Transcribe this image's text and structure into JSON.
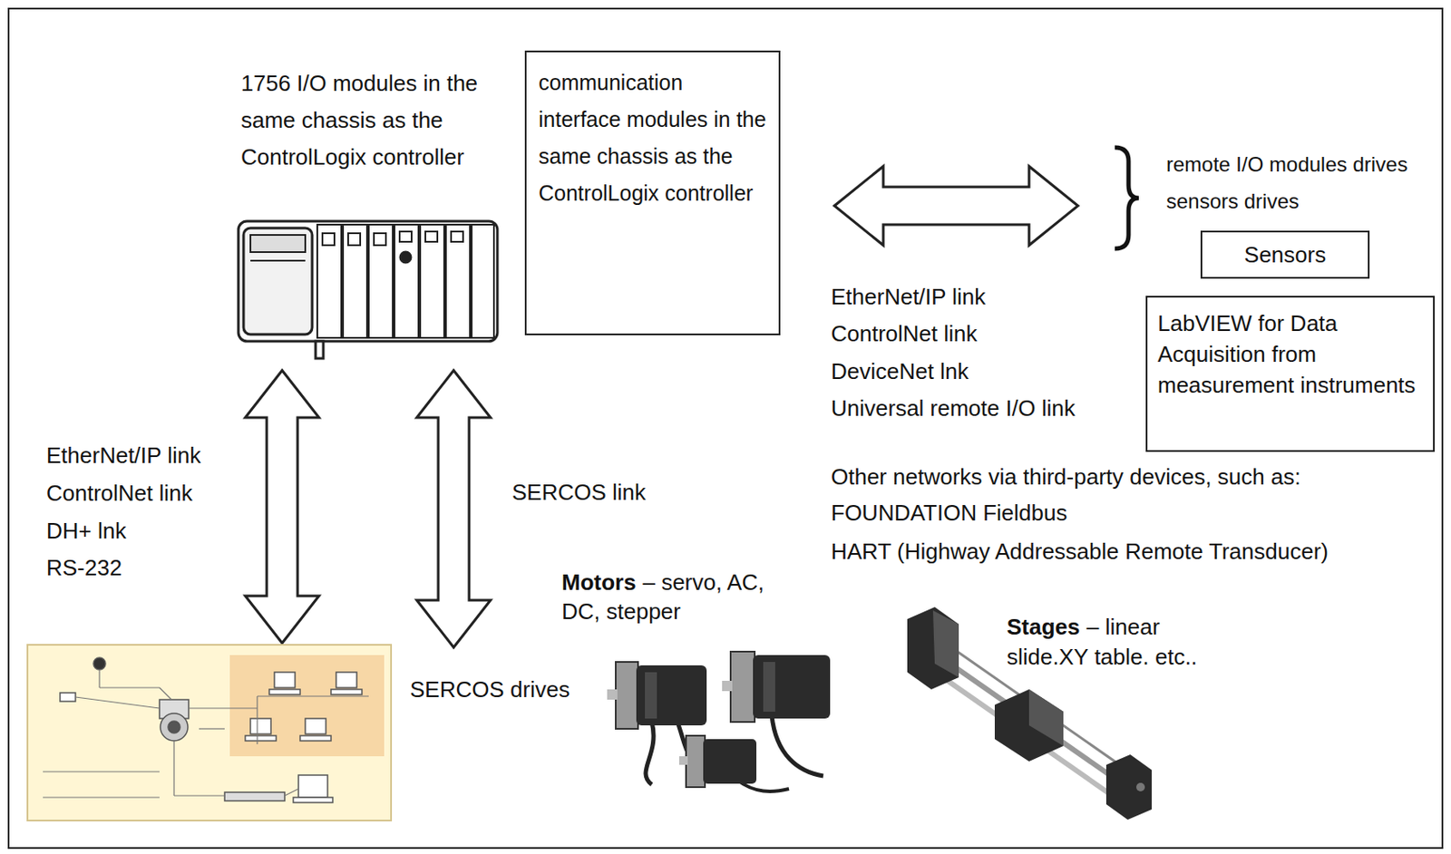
{
  "diagram": {
    "nodes": [
      {
        "text": [
          "communication interface modules in the same chassis as the ControlLogix controller"
        ]
      },
      {
        "text": [
          "Sensors"
        ]
      },
      {
        "text": [
          "LabVIEW for Data Acquisition from measurement instruments"
        ]
      }
    ],
    "labels": [
      "1756 I/O modules in the same chassis as the ControlLogix controller",
      "remote I/O modules drives sensors drives",
      "EtherNet/IP link",
      "ControlNet link",
      "DeviceNet lnk",
      "Universal remote I/O link",
      "Other networks via third-party devices, such as:",
      "FOUNDATION Fieldbus",
      "HART (Highway Addressable Remote Transducer)",
      "EtherNet/IP link",
      "ControlNet link",
      "DH+ lnk",
      "RS-232",
      "SERCOS link",
      "SERCOS drives",
      "Motors",
      "– servo, AC, DC, stepper",
      "Stages",
      "– linear slide.XY table. etc.."
    ]
  }
}
